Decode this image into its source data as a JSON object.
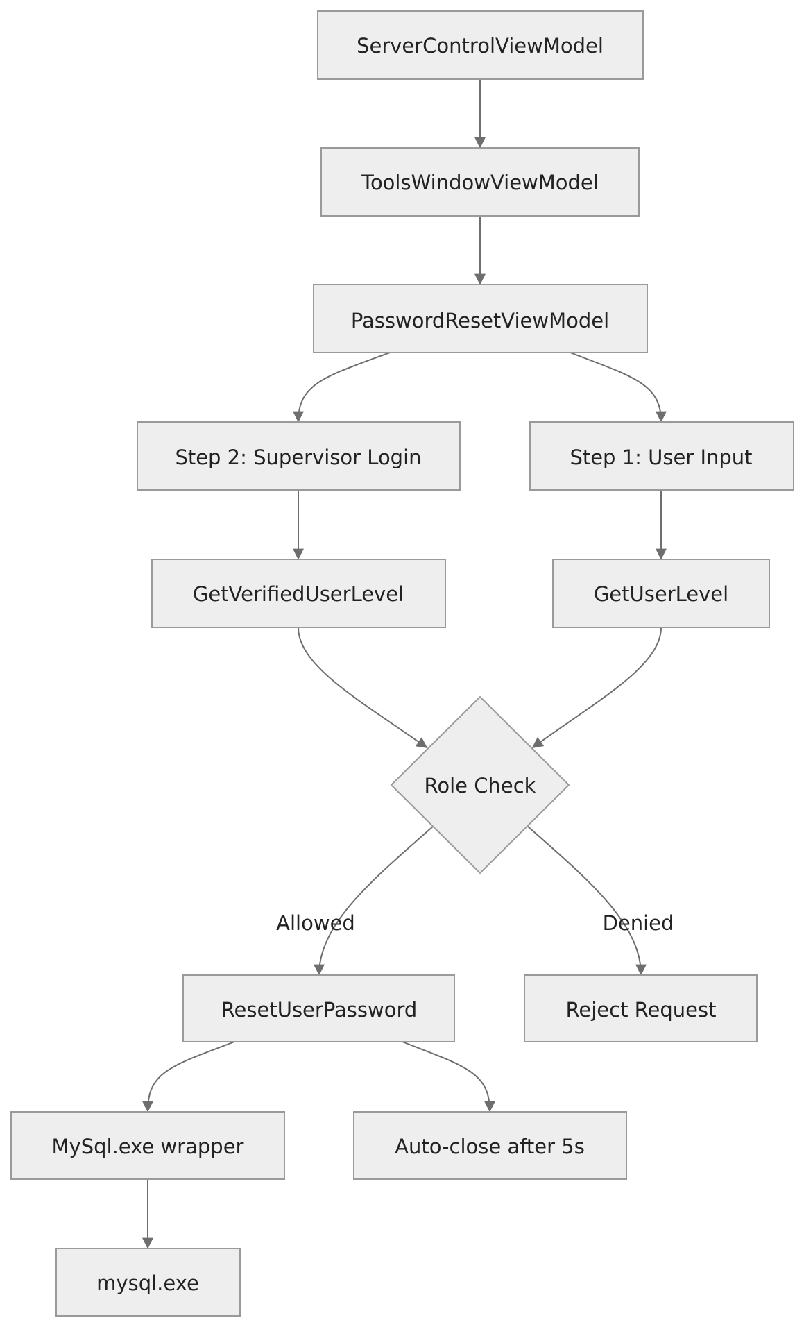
{
  "nodes": {
    "server_control": "ServerControlViewModel",
    "tools_window": "ToolsWindowViewModel",
    "password_reset": "PasswordResetViewModel",
    "step2": "Step 2: Supervisor Login",
    "step1": "Step 1: User Input",
    "get_verified": "GetVerifiedUserLevel",
    "get_user_level": "GetUserLevel",
    "role_check": "Role Check",
    "reset_password": "ResetUserPassword",
    "reject": "Reject Request",
    "mysql_wrapper": "MySql.exe wrapper",
    "auto_close": "Auto-close after 5s",
    "mysql_exe": "mysql.exe"
  },
  "edge_labels": {
    "allowed": "Allowed",
    "denied": "Denied"
  },
  "colors": {
    "node_fill": "#eeeeee",
    "node_stroke": "#9a9a9a",
    "edge": "#6e6e6e",
    "text": "#222222"
  }
}
